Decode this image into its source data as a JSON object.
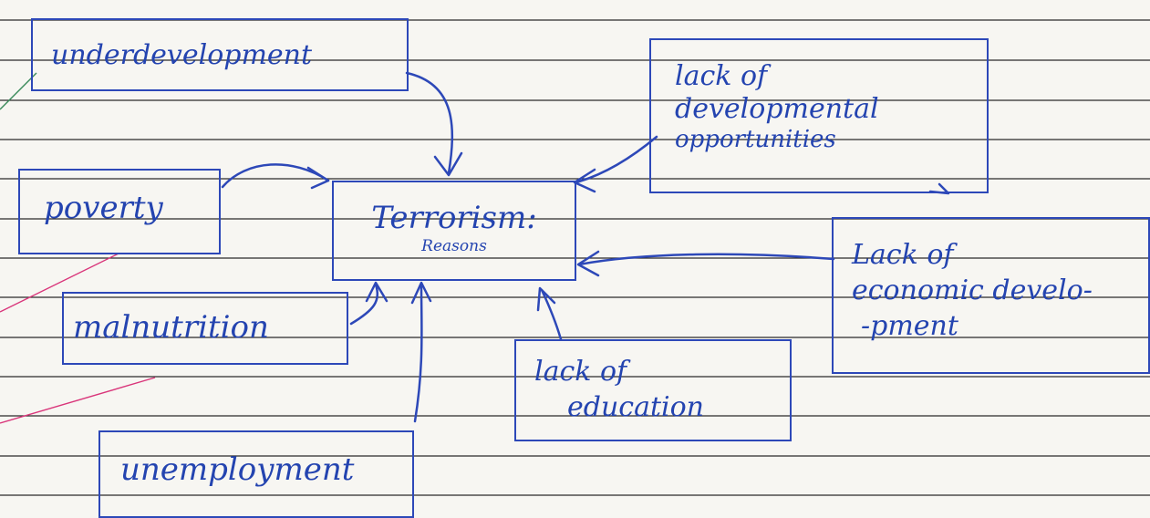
{
  "diagram": {
    "center": {
      "title": "Terrorism:",
      "subtitle": "Reasons"
    },
    "nodes": {
      "underdevelopment": "underdevelopment",
      "lack_dev_opportunities": [
        "lack of",
        "developmental",
        "opportunities"
      ],
      "poverty": "poverty",
      "malnutrition": "malnutrition",
      "unemployment": "unemployment",
      "lack_education": [
        "lack of",
        "education"
      ],
      "lack_economic": [
        "Lack of",
        "economic develo-",
        "-pment"
      ]
    },
    "colors": {
      "ink": "#2444b0",
      "ruled_line": "#2b2b2b",
      "margin_pink": "#d9357a",
      "margin_green": "#3a8a5a"
    }
  }
}
